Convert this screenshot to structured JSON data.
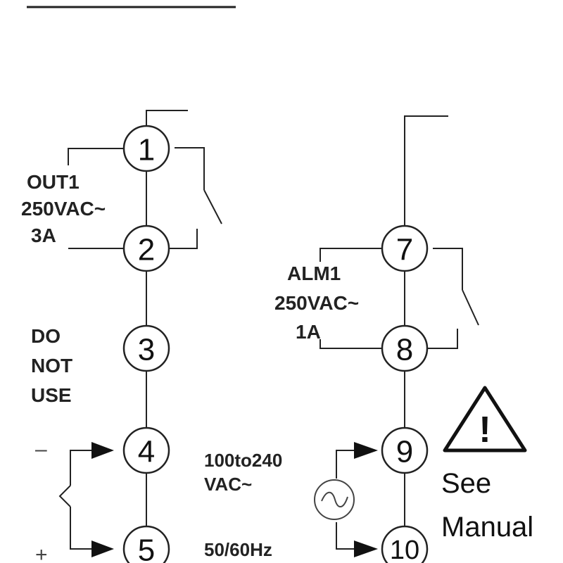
{
  "terminals": [
    "1",
    "2",
    "3",
    "4",
    "5",
    "7",
    "8",
    "9",
    "10"
  ],
  "labels": {
    "out1": [
      "OUT1",
      "250VAC~",
      "3A"
    ],
    "do_not_use": [
      "DO",
      "NOT",
      "USE"
    ],
    "alm1": [
      "ALM1",
      "250VAC~",
      "1A"
    ],
    "power": [
      "100to240",
      "VAC~",
      "50/60Hz"
    ],
    "minus": "–",
    "plus": "+",
    "see_manual": [
      "See",
      "Manual"
    ],
    "warning_mark": "!"
  },
  "icons": {
    "warning": "warning-triangle-icon",
    "ac_source": "ac-source-icon"
  }
}
